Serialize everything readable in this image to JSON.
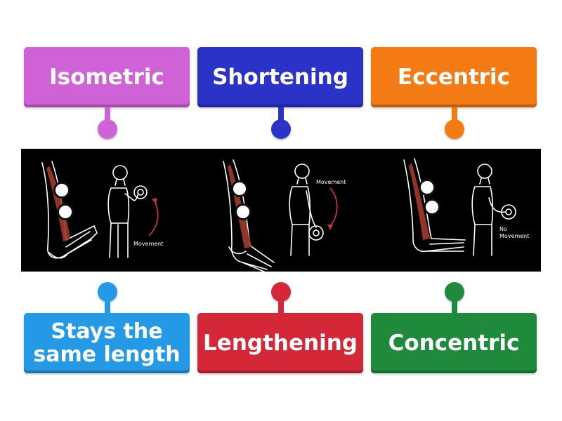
{
  "top_tiles": [
    {
      "label": "Isometric",
      "color": "#d062d8"
    },
    {
      "label": "Shortening",
      "color": "#2a32c8"
    },
    {
      "label": "Eccentric",
      "color": "#f47a14"
    }
  ],
  "bottom_tiles": [
    {
      "label": "Stays the\nsame length",
      "color": "#2499e6"
    },
    {
      "label": "Lengthening",
      "color": "#d42838"
    },
    {
      "label": "Concentric",
      "color": "#1f8a3c"
    }
  ],
  "diagram": {
    "panels": [
      {
        "annotation": "Movement"
      },
      {
        "annotation": "Movement"
      },
      {
        "annotation": "No\nMovement"
      }
    ],
    "colors": {
      "background": "#000000",
      "line": "#ffffff",
      "muscle": "#a33a2c",
      "arrow": "#c0392b"
    }
  }
}
